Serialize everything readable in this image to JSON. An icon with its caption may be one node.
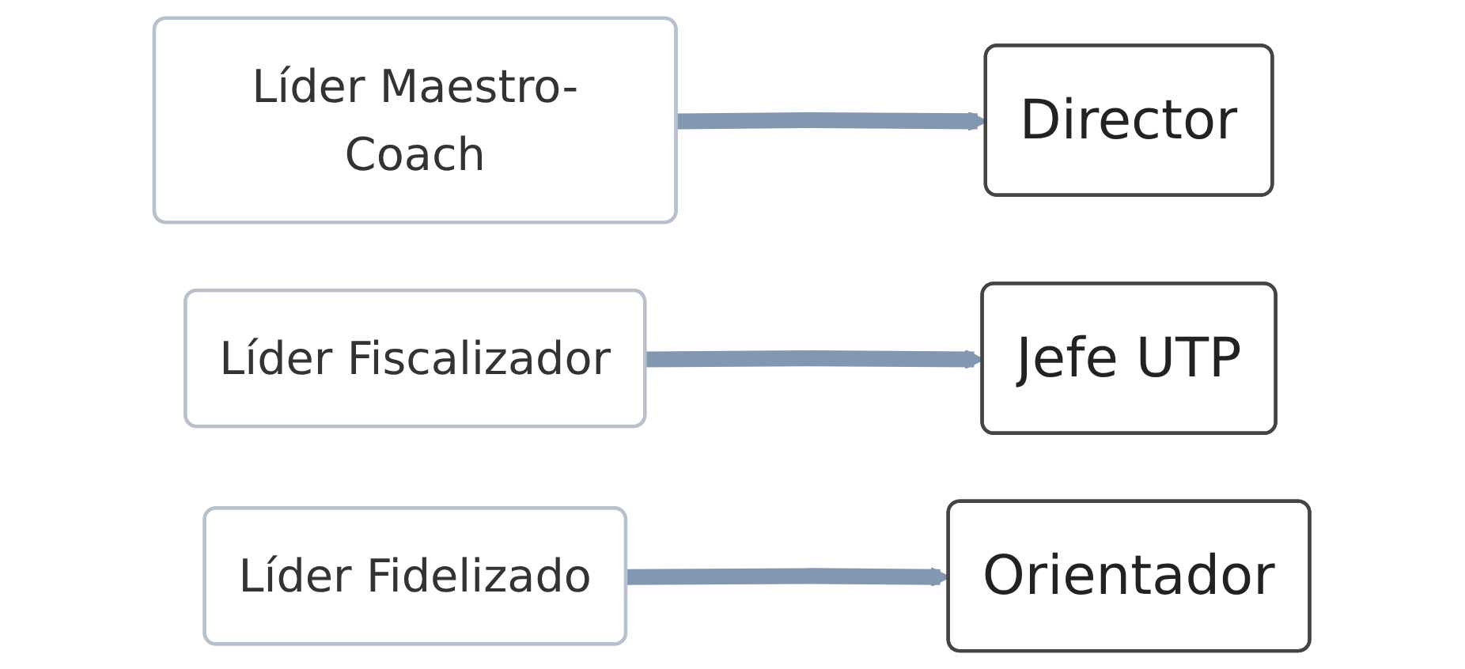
{
  "diagram": {
    "nodes": [
      {
        "text": [
          "Líder Maestro-Coach"
        ]
      },
      {
        "text": [
          "Líder Fiscalizador"
        ]
      },
      {
        "text": [
          "Líder Fidelizado"
        ]
      },
      {
        "text": [
          "Director"
        ]
      },
      {
        "text": [
          "Jefe UTP"
        ]
      },
      {
        "text": [
          "Orientador"
        ]
      }
    ],
    "edges": [
      {
        "from": 0,
        "to": 3,
        "arrow": "to"
      },
      {
        "from": 1,
        "to": 4,
        "arrow": "to"
      },
      {
        "from": 2,
        "to": 5,
        "arrow": "to"
      }
    ]
  }
}
